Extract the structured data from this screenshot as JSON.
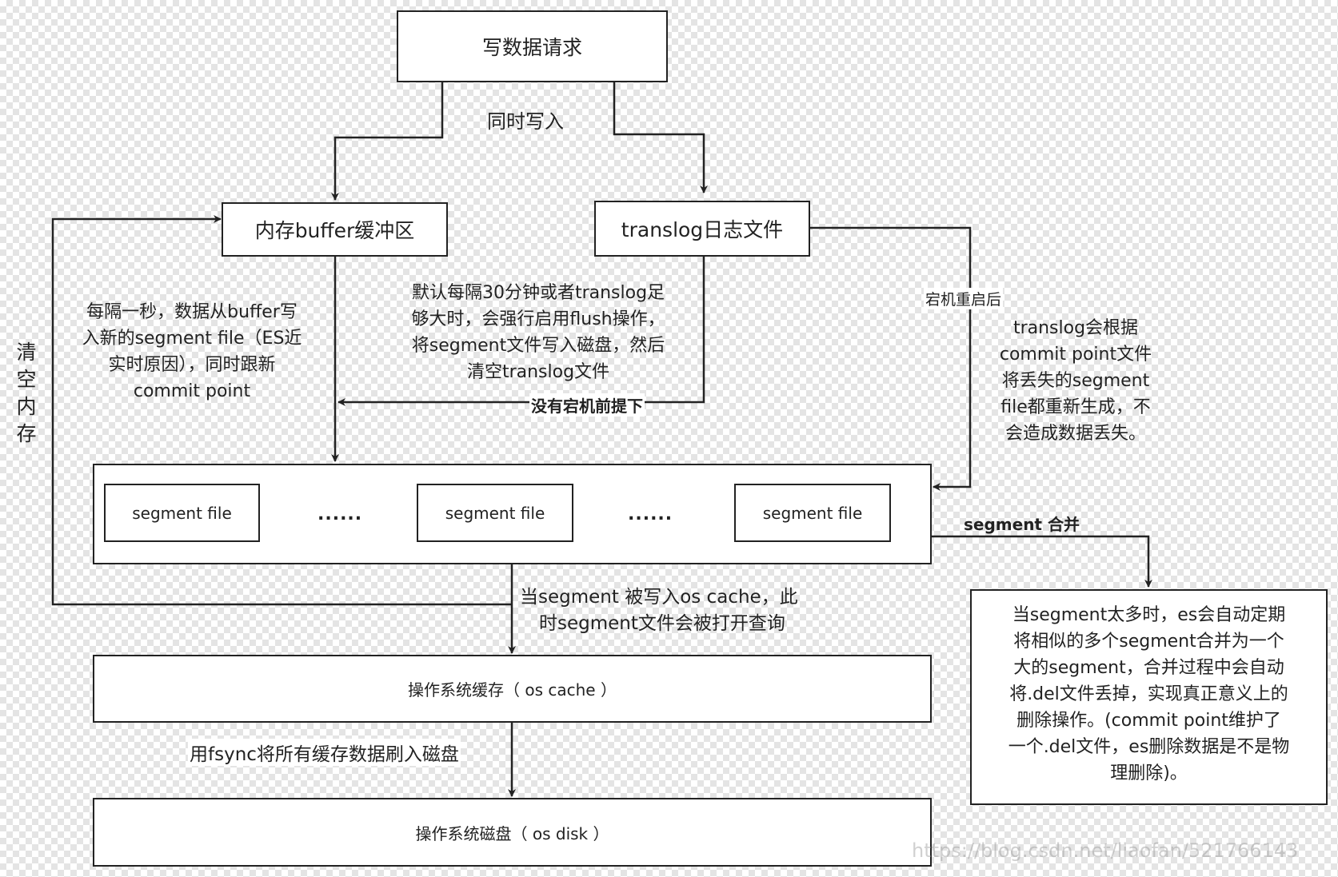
{
  "nodes": {
    "write_request": "写数据请求",
    "memory_buffer": "内存buffer缓冲区",
    "translog_file": "translog日志文件",
    "segment_file_1": "segment file",
    "segment_file_2": "segment file",
    "segment_file_3": "segment file",
    "ellipsis_1": "......",
    "ellipsis_2": "......",
    "os_cache": "操作系统缓存（ os cache ）",
    "os_disk": "操作系统磁盘（ os disk ）"
  },
  "labels": {
    "write_simultaneously": "同时写入",
    "buffer_refresh": [
      "每隔一秒，数据从buffer写",
      "入新的segment file（ES近",
      "实时原因），同时跟新",
      "commit point"
    ],
    "flush_note": [
      "默认每隔30分钟或者translog足",
      "够大时，会强行启用flush操作，",
      "将segment文件写入磁盘，然后",
      "清空translog文件"
    ],
    "no_crash_premise": "没有宕机前提下",
    "crash_restart": "宕机重启后",
    "translog_recovery": [
      "translog会根据",
      "commit point文件",
      "将丢失的segment",
      "file都重新生成，不",
      "会造成数据丢失。"
    ],
    "clear_memory": "清空内存",
    "segment_merge": "segment 合并",
    "os_cache_note": [
      "当segment 被写入os cache，此",
      "时segment文件会被打开查询"
    ],
    "fsync_note": "用fsync将所有缓存数据刷入磁盘",
    "merge_note": [
      "当segment太多时，es会自动定期",
      "将相似的多个segment合并为一个",
      "大的segment，合并过程中会自动",
      "将.del文件丢掉，实现真正意义上的",
      "删除操作。(commit point维护了",
      "一个.del文件，es删除数据是不是物",
      "理删除)。"
    ]
  },
  "watermark": "https://blog.csdn.net/liaofan/521766143"
}
